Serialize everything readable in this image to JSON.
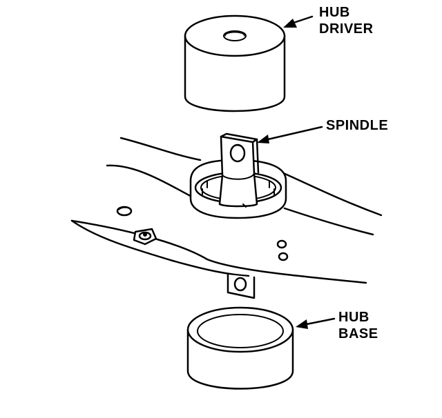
{
  "labels": {
    "hub_driver": [
      "HUB",
      "DRIVER"
    ],
    "spindle": "SPINDLE",
    "hub_base": [
      "HUB",
      "BASE"
    ]
  },
  "colors": {
    "ink": "#000000",
    "paper": "#ffffff"
  }
}
